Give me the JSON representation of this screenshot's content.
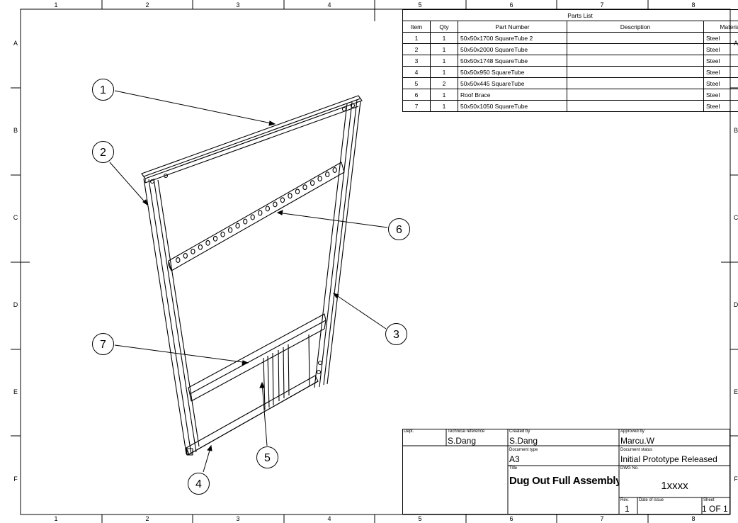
{
  "zones": {
    "columns": [
      "1",
      "2",
      "3",
      "4",
      "5",
      "6",
      "7",
      "8"
    ],
    "rows": [
      "A",
      "B",
      "C",
      "D",
      "E",
      "F"
    ]
  },
  "parts_list": {
    "title": "Parts List",
    "headers": [
      "Item",
      "Qty",
      "Part Number",
      "Description",
      "Material"
    ],
    "rows": [
      {
        "item": "1",
        "qty": "1",
        "part": "50x50x1700 SquareTube 2",
        "desc": "",
        "mat": "Steel"
      },
      {
        "item": "2",
        "qty": "1",
        "part": "50x50x2000 SquareTube",
        "desc": "",
        "mat": "Steel"
      },
      {
        "item": "3",
        "qty": "1",
        "part": "50x50x1748 SquareTube",
        "desc": "",
        "mat": "Steel"
      },
      {
        "item": "4",
        "qty": "1",
        "part": "50x50x950 SquareTube",
        "desc": "",
        "mat": "Steel"
      },
      {
        "item": "5",
        "qty": "2",
        "part": "50x50x445 SquareTube",
        "desc": "",
        "mat": "Steel"
      },
      {
        "item": "6",
        "qty": "1",
        "part": "Roof Brace",
        "desc": "",
        "mat": "Steel"
      },
      {
        "item": "7",
        "qty": "1",
        "part": "50x50x1050 SquareTube",
        "desc": "",
        "mat": "Steel"
      }
    ]
  },
  "balloons": [
    "1",
    "2",
    "3",
    "4",
    "5",
    "6",
    "7"
  ],
  "title_block": {
    "dept_label": "Dept.",
    "dept_value": "",
    "tech_ref_label": "Technical reference",
    "tech_ref_value": "S.Dang",
    "created_by_label": "Created by",
    "created_by_value": "S.Dang",
    "approved_by_label": "Approved by",
    "approved_by_value": "Marcu.W",
    "doc_type_label": "Document type",
    "doc_type_value": "A3",
    "doc_status_label": "Document status",
    "doc_status_value": "Initial Prototype Released",
    "title_label": "Title",
    "title_value": "Dug Out Full Assembly",
    "dwg_label": "DWG No.",
    "dwg_value": "1xxxx",
    "rev_label": "Rev.",
    "rev_value": "1",
    "date_label": "Date of issue",
    "date_value": "",
    "sheet_label": "Sheet",
    "sheet_value": "1 OF 1"
  }
}
